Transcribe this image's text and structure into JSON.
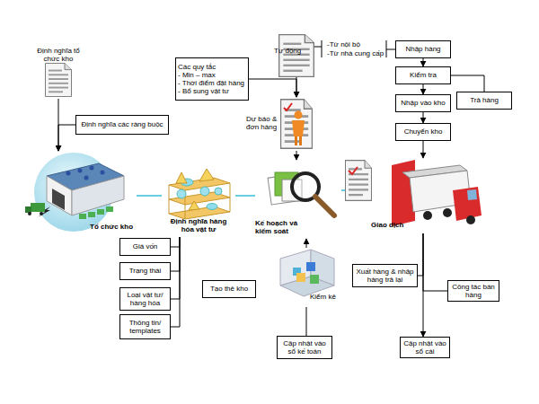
{
  "diagram": {
    "nodes": [
      {
        "text": [
          "Định nghĩa tổ chức kho"
        ]
      },
      {
        "text": [
          "Các quy tắc",
          "- Min – max",
          "- Thời điểm đặt hàng",
          "- Bổ sung vật tư"
        ]
      },
      {
        "text": [
          "Tự động"
        ]
      },
      {
        "text": [
          "Nhập hàng"
        ]
      },
      {
        "text": [
          "Kiểm tra"
        ]
      },
      {
        "text": [
          "Trả hàng"
        ]
      },
      {
        "text": [
          "Nhập vào kho"
        ]
      },
      {
        "text": [
          "Định nghĩa các ràng buộc"
        ]
      },
      {
        "text": [
          "Dự báo & đơn hàng"
        ]
      },
      {
        "text": [
          "Chuyển kho"
        ]
      },
      {
        "text": [
          "Tổ chức kho"
        ]
      },
      {
        "text": [
          "Định nghĩa hàng hóa vật tư"
        ]
      },
      {
        "text": [
          "Kế hoạch và kiểm soát"
        ]
      },
      {
        "text": [
          "Giao dịch"
        ]
      },
      {
        "text": [
          "Giá vốn"
        ]
      },
      {
        "text": [
          "Trạng thái"
        ]
      },
      {
        "text": [
          "Xuất hàng & nhập hàng trả lại"
        ]
      },
      {
        "text": [
          "Tạo thẻ kho"
        ]
      },
      {
        "text": [
          "Công tác bán hàng"
        ]
      },
      {
        "text": [
          "Loại vật tư/ hàng hóa"
        ]
      },
      {
        "text": [
          "Kiểm kê"
        ]
      },
      {
        "text": [
          "Thông tin/ templates"
        ]
      },
      {
        "text": [
          "Cập nhật vào sổ kế toán"
        ]
      },
      {
        "text": [
          "Cập nhật vào sổ cái"
        ]
      }
    ],
    "edges": [
      {
        "from": 0,
        "to": 10,
        "arrow": "to"
      },
      {
        "from": 7,
        "to": 10,
        "arrow": "to"
      },
      {
        "from": 10,
        "to": 11,
        "arrow": "none"
      },
      {
        "from": 11,
        "to": 12,
        "arrow": "none"
      },
      {
        "from": 12,
        "to": 13,
        "arrow": "none"
      },
      {
        "from": 2,
        "to": 8,
        "arrow": "to"
      },
      {
        "from": 1,
        "to": 8,
        "arrow": "to"
      },
      {
        "from": 3,
        "to": 4,
        "arrow": "to"
      },
      {
        "from": 4,
        "to": 6,
        "arrow": "to"
      },
      {
        "from": 4,
        "to": 5,
        "arrow": "none"
      },
      {
        "from": 6,
        "to": 9,
        "arrow": "to"
      },
      {
        "from": 9,
        "to": 13,
        "arrow": "to"
      },
      {
        "from": 8,
        "to": 12,
        "arrow": "to"
      },
      {
        "from": 11,
        "to": 14,
        "arrow": "none"
      },
      {
        "from": 11,
        "to": 15,
        "arrow": "none"
      },
      {
        "from": 11,
        "to": 19,
        "arrow": "none"
      },
      {
        "from": 11,
        "to": 21,
        "arrow": "none"
      },
      {
        "from": 20,
        "to": 12,
        "arrow": "to"
      },
      {
        "from": 20,
        "to": 22,
        "arrow": "none"
      },
      {
        "from": 13,
        "to": 23,
        "arrow": "to"
      },
      {
        "from": 16,
        "to": 13,
        "arrow": "none"
      },
      {
        "from": 18,
        "to": 13,
        "arrow": "none"
      }
    ],
    "labels": [
      "-Từ nội bộ",
      "-Từ nhà cung cấp"
    ]
  }
}
